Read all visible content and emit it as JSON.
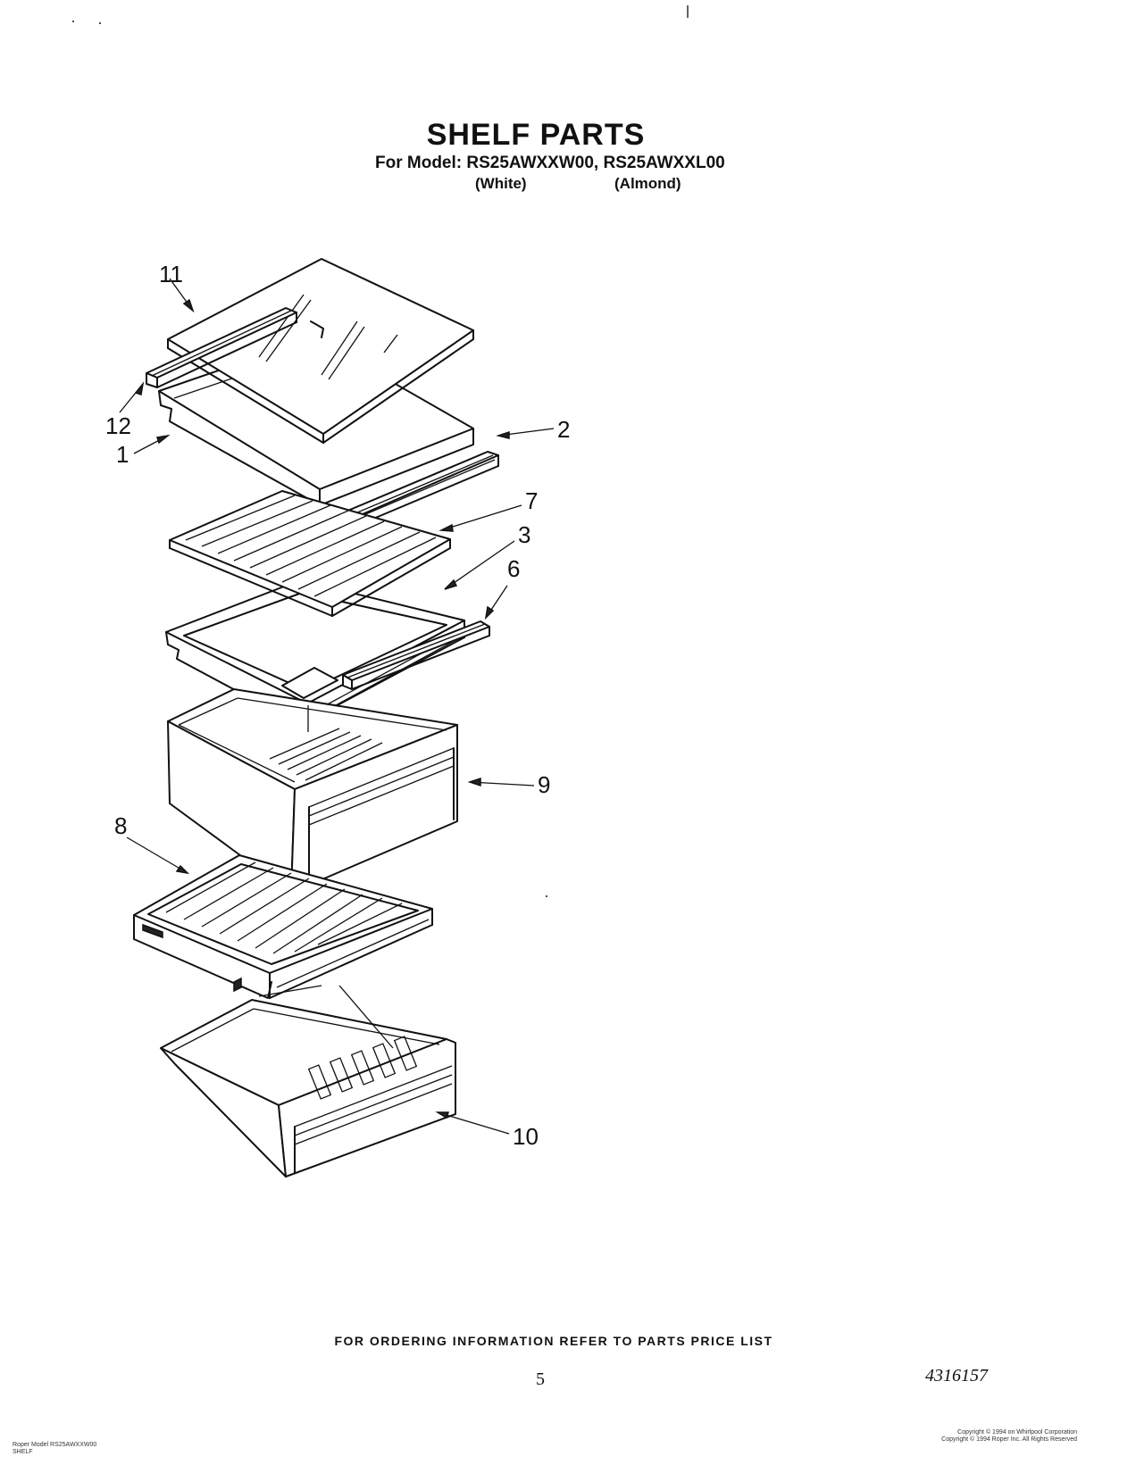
{
  "header": {
    "title": "SHELF PARTS",
    "model_line": "For Model: RS25AWXXW00, RS25AWXXL00",
    "variant_white": "(White)",
    "variant_almond": "(Almond)"
  },
  "callouts": [
    "11",
    "12",
    "1",
    "2",
    "7",
    "3",
    "6",
    "9",
    "8",
    "10"
  ],
  "footer": {
    "ordering_note": "FOR ORDERING INFORMATION REFER TO PARTS PRICE LIST",
    "page_number": "5",
    "document_number": "4316157",
    "fine_print_left": [
      "Roper Model RS25AWXXW00",
      "SHELF"
    ],
    "fine_print_right": [
      "Copyright © 1994 on Whirlpool Corporation",
      "Copyright © 1994 Roper Inc.  All Rights Reserved"
    ]
  }
}
